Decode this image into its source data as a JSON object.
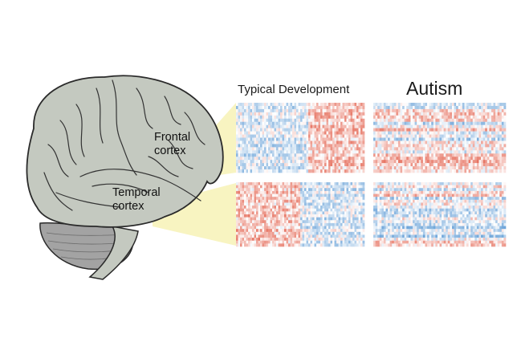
{
  "columns": {
    "typical": "Typical Development",
    "autism": "Autism"
  },
  "regions": {
    "frontal": {
      "line1": "Frontal",
      "line2": "cortex"
    },
    "temporal": {
      "line1": "Temporal",
      "line2": "cortex"
    }
  },
  "colors": {
    "brain_fill": "#c4c9c0",
    "brain_stroke": "#2a2a2a",
    "cerebellum_fill": "#a3a3a3",
    "highlight": "#f7f2b6",
    "high_expression": "#e0503a",
    "low_expression": "#4a8fd0",
    "neutral": "#ffffff"
  },
  "heatmaps": [
    {
      "region": "frontal",
      "group": "typical",
      "pattern": "left-low-right-high"
    },
    {
      "region": "frontal",
      "group": "autism",
      "pattern": "mixed"
    },
    {
      "region": "temporal",
      "group": "typical",
      "pattern": "left-high-right-low"
    },
    {
      "region": "temporal",
      "group": "autism",
      "pattern": "mixed"
    }
  ]
}
